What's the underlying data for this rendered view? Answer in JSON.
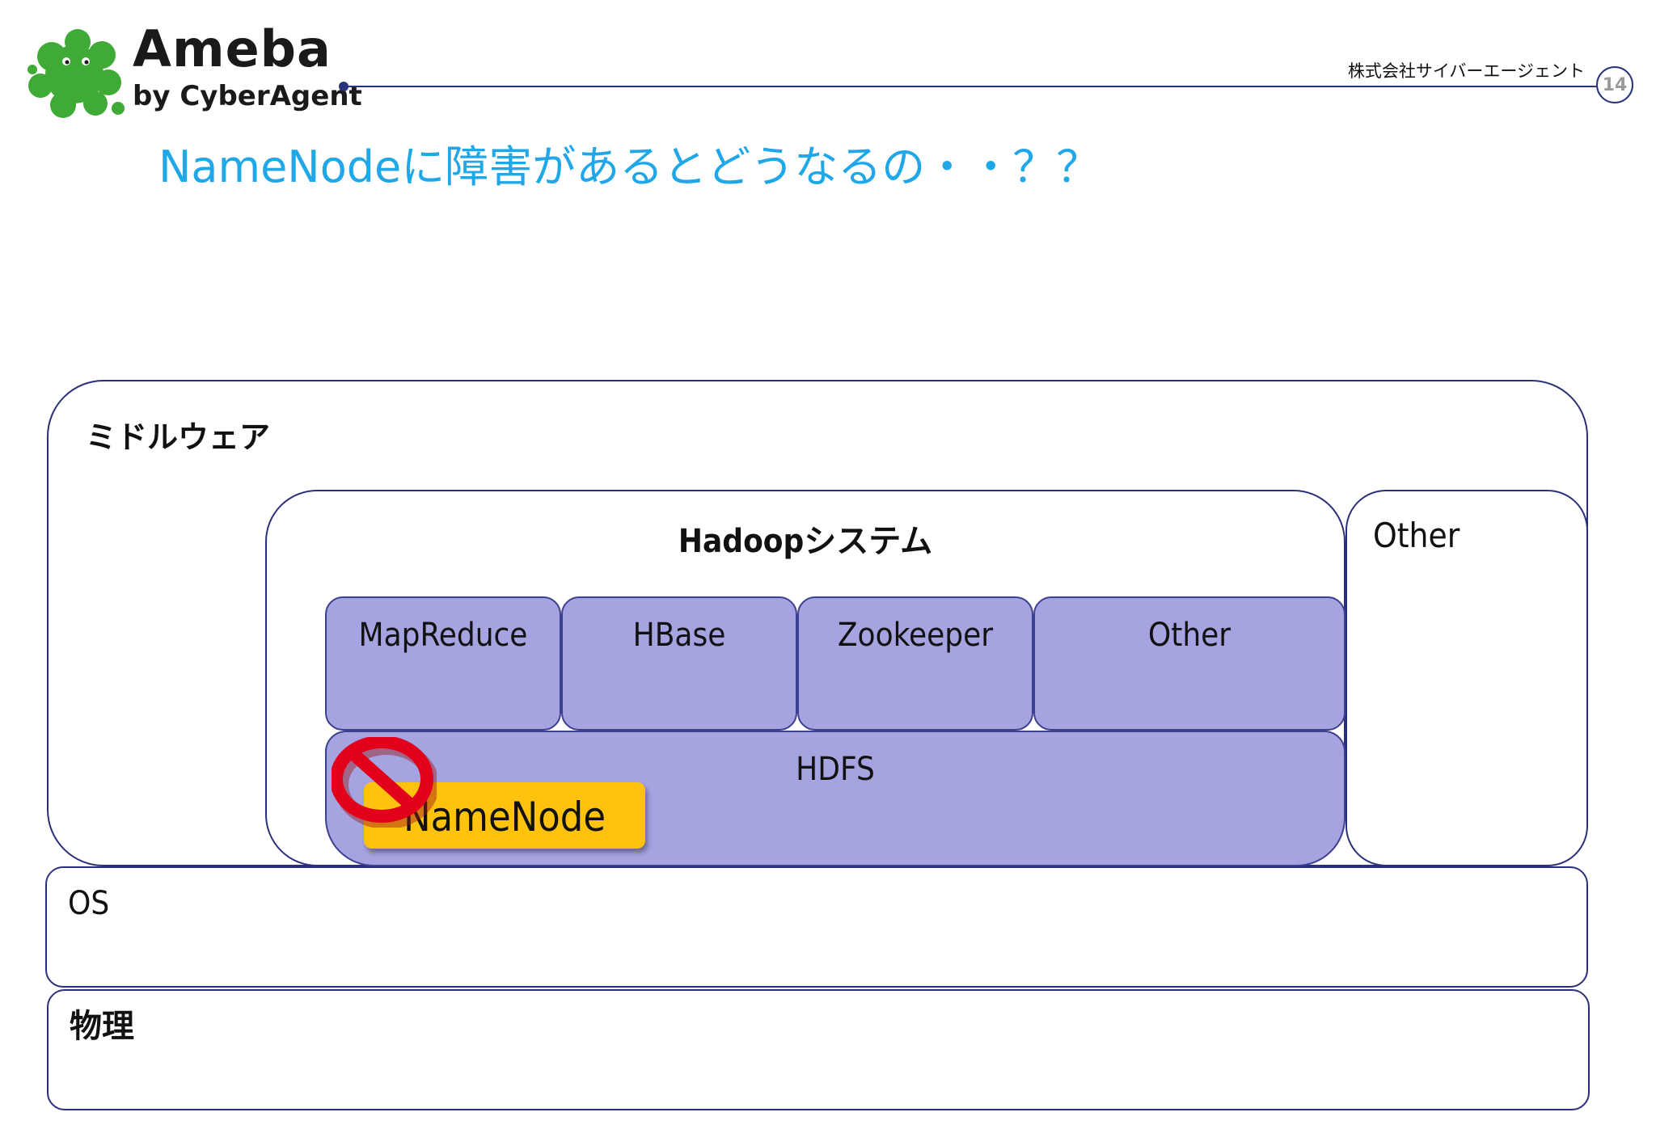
{
  "header": {
    "brand": "Ameba",
    "brand_sub": "by CyberAgent",
    "company": "株式会社サイバーエージェント",
    "page_number": "14",
    "title": "NameNodeに障害があるとどうなるの・・？？"
  },
  "colors": {
    "title": "#1fa7e8",
    "rule": "#27337a",
    "logo_green": "#3faa35",
    "component_fill": "#a5a3e0",
    "namenode_fill": "#ffc20e",
    "prohibit_red": "#e3001b"
  },
  "diagram": {
    "middleware": {
      "label": "ミドルウェア"
    },
    "hadoop": {
      "label": "Hadoopシステム"
    },
    "components": [
      {
        "label": "MapReduce"
      },
      {
        "label": "HBase"
      },
      {
        "label": "Zookeeper"
      },
      {
        "label": "Other"
      }
    ],
    "hdfs": {
      "label": "HDFS"
    },
    "namenode": {
      "label": "NameNode",
      "icon": "prohibited-icon"
    },
    "other_side": {
      "label": "Other"
    },
    "os": {
      "label": "OS"
    },
    "physical": {
      "label": "物理"
    }
  }
}
